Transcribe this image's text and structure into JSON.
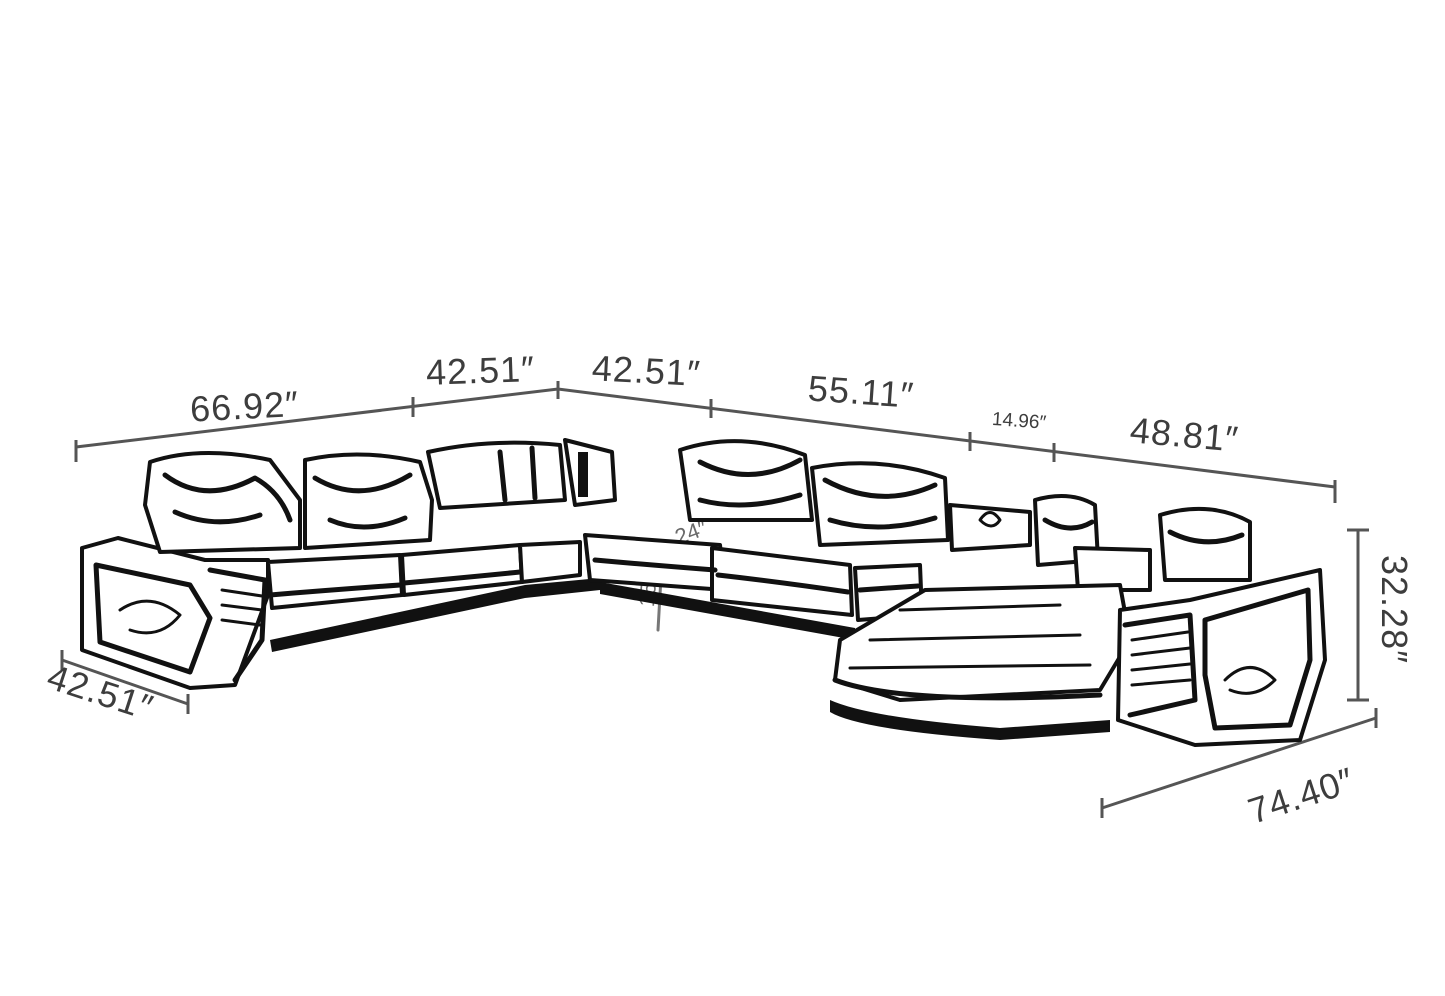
{
  "dimensions": {
    "top_1": "66.92″",
    "top_2": "42.51″",
    "top_3": "42.51″",
    "top_4": "55.11″",
    "top_5": "14.96″",
    "top_6": "48.81″",
    "left_depth": "42.51″",
    "right_height": "32.28″",
    "bottom_right": "74.40″",
    "inner_depth": "24″",
    "inner_height": "15″"
  }
}
